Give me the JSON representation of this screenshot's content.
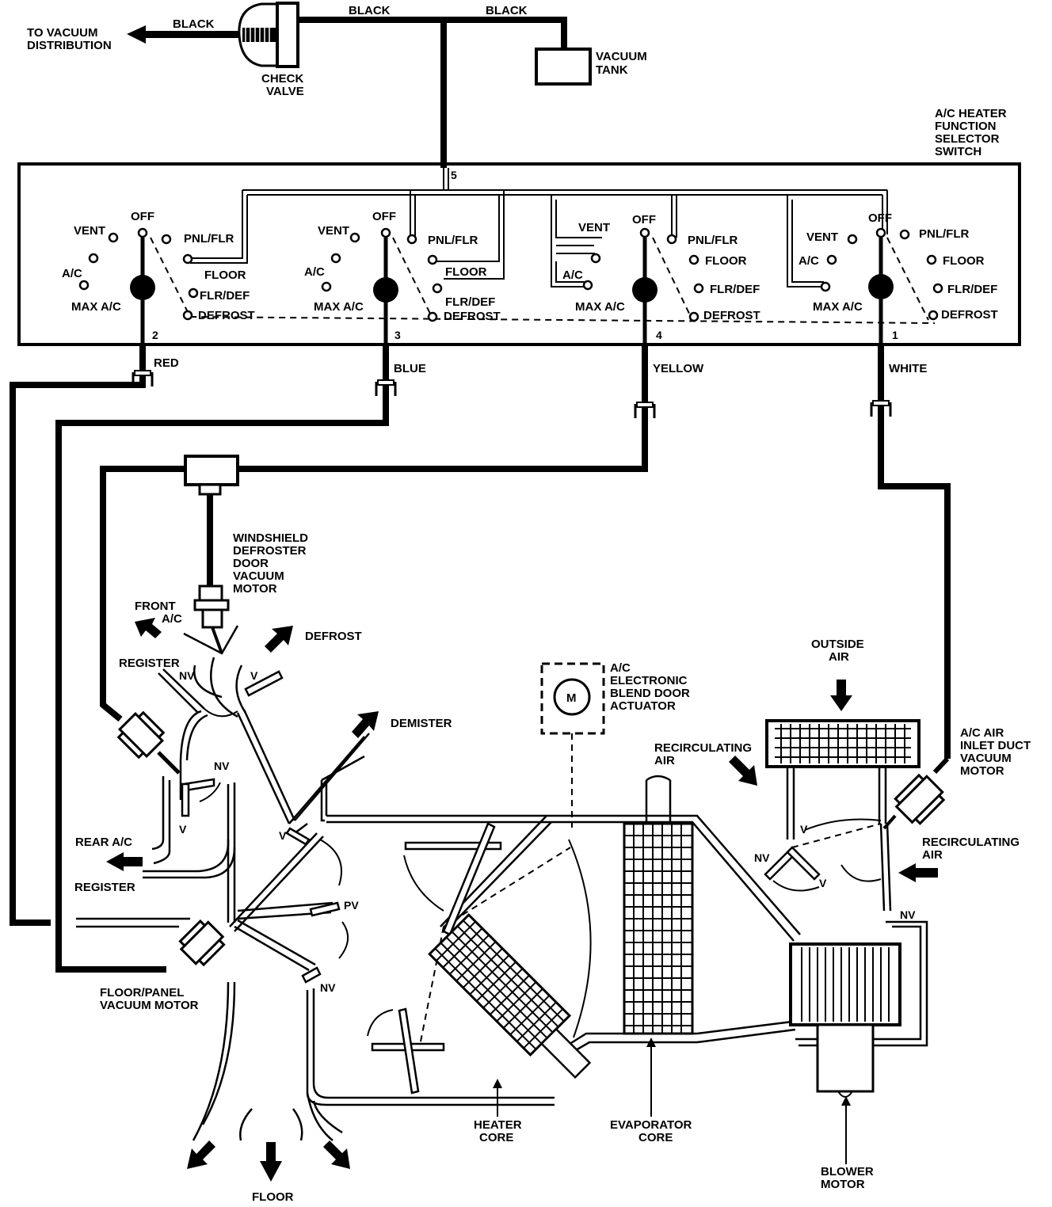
{
  "top": {
    "to_vacuum_distribution": [
      "TO VACUUM",
      "DISTRIBUTION"
    ],
    "check_valve": [
      "CHECK",
      "VALVE"
    ],
    "vacuum_tank": [
      "VACUUM",
      "TANK"
    ],
    "hose_black_left": "BLACK",
    "hose_black_mid": "BLACK",
    "hose_black_right": "BLACK"
  },
  "switch": {
    "title": [
      "A/C HEATER",
      "FUNCTION",
      "SELECTOR",
      "SWITCH"
    ],
    "supply_port": "5",
    "ports": [
      "2",
      "3",
      "4",
      "1"
    ],
    "position_labels": {
      "vent": "VENT",
      "off": "OFF",
      "pnl_flr": "PNL/FLR",
      "ac": "A/C",
      "floor": "FLOOR",
      "max_ac": "MAX A/C",
      "flr_def": "FLR/DEF",
      "defrost": "DEFROST"
    }
  },
  "hoses": {
    "red": "RED",
    "blue": "BLUE",
    "yellow": "YELLOW",
    "white": "WHITE"
  },
  "components": {
    "windshield_motor": [
      "WINDSHIELD",
      "DEFROSTER",
      "DOOR",
      "VACUUM",
      "MOTOR"
    ],
    "floor_panel_motor": [
      "FLOOR/PANEL",
      "VACUUM MOTOR"
    ],
    "blend_actuator": [
      "A/C",
      "ELECTRONIC",
      "BLEND DOOR",
      "ACTUATOR"
    ],
    "blend_actuator_symbol": "M",
    "inlet_duct_motor": [
      "A/C AIR",
      "INLET DUCT",
      "VACUUM",
      "MOTOR"
    ],
    "heater_core": [
      "HEATER",
      "CORE"
    ],
    "evaporator_core": [
      "EVAPORATOR",
      "CORE"
    ],
    "blower_motor": [
      "BLOWER",
      "MOTOR"
    ]
  },
  "airflow": {
    "front_ac": [
      "FRONT",
      "A/C"
    ],
    "register": "REGISTER",
    "defrost": "DEFROST",
    "demister": "DEMISTER",
    "rear_ac": "REAR A/C",
    "rear_register": "REGISTER",
    "floor": "FLOOR",
    "outside_air": [
      "OUTSIDE",
      "AIR"
    ],
    "recirculating_air_top": [
      "RECIRCULATING",
      "AIR"
    ],
    "recirculating_air_right": [
      "RECIRCULATING",
      "AIR"
    ]
  },
  "door_states": {
    "nv": "NV",
    "v": "V",
    "pv": "PV"
  }
}
